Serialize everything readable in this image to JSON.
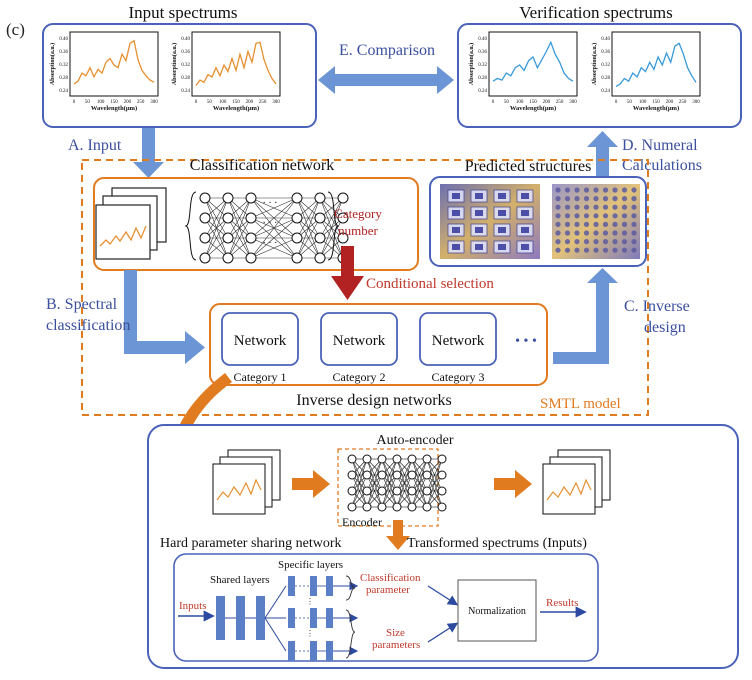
{
  "panel_label": "(c)",
  "input_spectrums": {
    "title": "Input spectrums",
    "ylabel": "Absorption(a.u.)",
    "xlabel": "Wavelength(μm)",
    "yticks": [
      "0.40",
      "0.36",
      "0.32",
      "0.28",
      "0.24"
    ],
    "xticks": [
      "0",
      "50",
      "100",
      "150",
      "200",
      "250",
      "300"
    ]
  },
  "verification_spectrums": {
    "title": "Verification spectrums",
    "ylabel": "Absorption(a.u.)",
    "xlabel": "Wavelength(μm)",
    "yticks": [
      "0.40",
      "0.36",
      "0.32",
      "0.28",
      "0.24"
    ],
    "xticks": [
      "0",
      "50",
      "100",
      "150",
      "200",
      "250",
      "300"
    ]
  },
  "steps": {
    "comparison": "E. Comparison",
    "input": "A. Input",
    "numeral_1": "D. Numeral",
    "numeral_2": "Calculations",
    "spectral_1": "B. Spectral",
    "spectral_2": "classification",
    "inverse_1": "C. Inverse",
    "inverse_2": "design"
  },
  "classification_network": {
    "title": "Classification network",
    "category_1": "Category",
    "category_2": "number"
  },
  "conditional_selection": "Conditional selection",
  "predicted_structures": "Predicted structures",
  "networks": [
    {
      "label": "Network",
      "category": "Category 1"
    },
    {
      "label": "Network",
      "category": "Category 2"
    },
    {
      "label": "Network",
      "category": "Category 3"
    }
  ],
  "ellipsis": "• • •",
  "inverse_design_networks": "Inverse design networks",
  "smtl_model": "SMTL model",
  "auto_encoder": {
    "title": "Auto-encoder",
    "encoder": "Encoder",
    "transformed": "Transformed spectrums (Inputs)"
  },
  "hard_sharing": {
    "title": "Hard parameter sharing network",
    "shared_layers": "Shared layers",
    "specific_layers": "Specific layers",
    "inputs": "Inputs",
    "classification_1": "Classification",
    "classification_2": "parameter",
    "size_1": "Size",
    "size_2": "parameters",
    "normalization": "Normalization",
    "results": "Results"
  },
  "colors": {
    "box_blue": "#4a63b8",
    "arrow_blue": "#6b95d4",
    "orange": "#e07b20",
    "dark_red": "#b22222",
    "red_text": "#c0392b",
    "teal_blue": "#2e86c1",
    "spectrum_orange": "#e69030",
    "spectrum_blue": "#3a9ad9"
  }
}
